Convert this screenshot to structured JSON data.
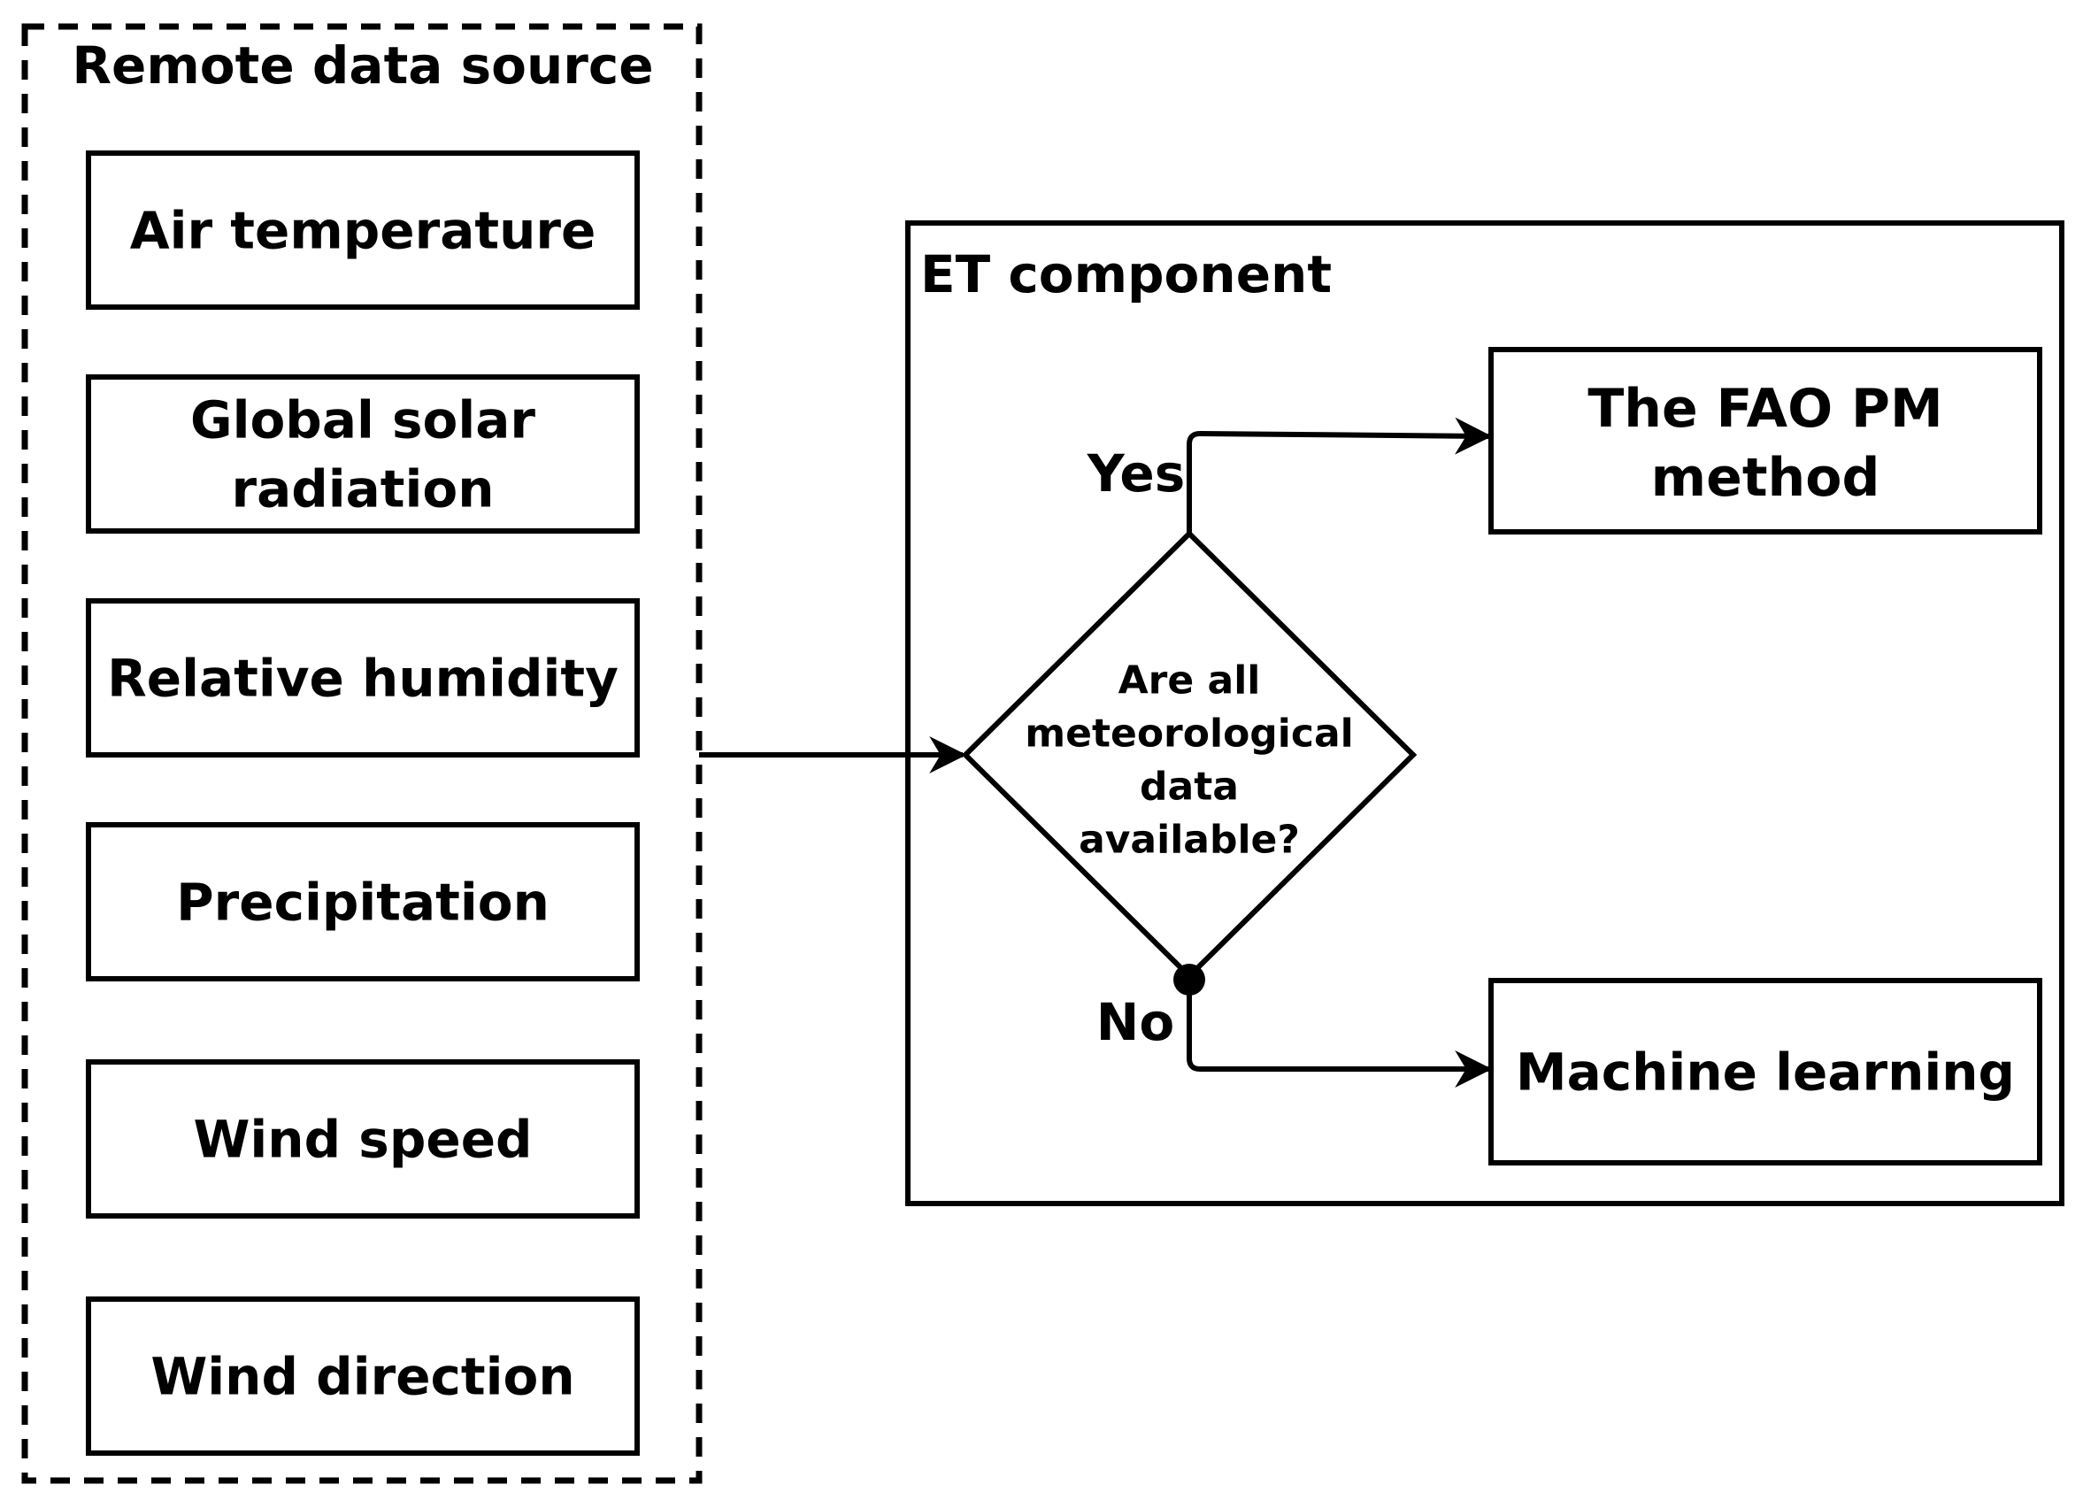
{
  "remote_panel": {
    "title": "Remote data source",
    "items": [
      {
        "name": "input-air-temperature",
        "lines": [
          "Air temperature"
        ]
      },
      {
        "name": "input-global-solar-radiation",
        "lines": [
          "Global solar",
          "radiation"
        ]
      },
      {
        "name": "input-relative-humidity",
        "lines": [
          "Relative humidity"
        ]
      },
      {
        "name": "input-precipitation",
        "lines": [
          "Precipitation"
        ]
      },
      {
        "name": "input-wind-speed",
        "lines": [
          "Wind speed"
        ]
      },
      {
        "name": "input-wind-direction",
        "lines": [
          "Wind direction"
        ]
      }
    ]
  },
  "et_panel": {
    "title": "ET component",
    "decision": {
      "lines": [
        "Are all",
        "meteorological",
        "data",
        "available?"
      ]
    },
    "yes_label": "Yes",
    "no_label": "No",
    "fao_box": {
      "lines": [
        "The FAO PM",
        "method"
      ]
    },
    "ml_box": {
      "lines": [
        "Machine learning"
      ]
    }
  },
  "colors": {
    "stroke": "#000000",
    "background": "#ffffff"
  }
}
